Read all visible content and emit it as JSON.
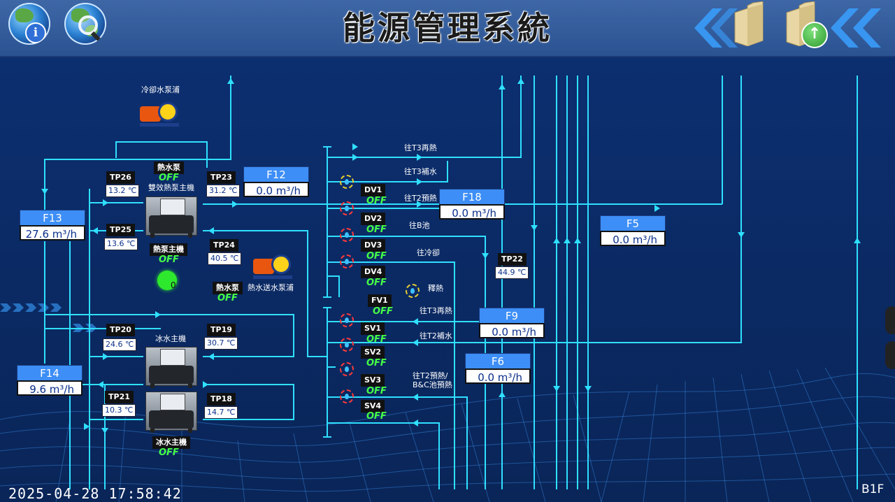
{
  "header": {
    "title": "能源管理系統"
  },
  "icons": {
    "info": "info-icon",
    "search": "search-icon",
    "nav_back": "chevron-left-icon",
    "folder": "folder-icon",
    "up": "arrow-up-icon"
  },
  "info_glyph": "i",
  "up_glyph": "↑",
  "labels": {
    "cooling_pump": "冷卻水泵浦",
    "hot_pump_1": "熱水泵",
    "dual_heat_pump": "雙效熱泵主機",
    "heat_pump_main": "熱泵主機",
    "hot_pump_2": "熱水泵",
    "hot_supply_pump": "熱水送水泵浦",
    "chiller_1": "冰水主機",
    "chiller_2": "冰水主機",
    "to_t3_reheat_top": "往T3再熱",
    "to_t3_makeup": "往T3補水",
    "to_t2_preheat": "往T2預熱",
    "to_b_pool": "往B池",
    "to_cooling": "往冷卻",
    "release_heat": "釋熱",
    "to_t3_reheat": "往T3再熱",
    "to_t2_makeup": "往T2補水",
    "to_t2_preheat_b": "往T2預熱/",
    "to_bc_preheat": "B&C池預熱"
  },
  "status": {
    "hot_pump_1": "OFF",
    "heat_pump_main": "OFF",
    "hot_pump_2": "OFF",
    "chiller_2": "OFF",
    "heat_pump_indicator": "0"
  },
  "temps": {
    "TP26": {
      "label": "TP26",
      "value": "13.2 ℃"
    },
    "TP23": {
      "label": "TP23",
      "value": "31.2 ℃"
    },
    "TP25": {
      "label": "TP25",
      "value": "13.6 ℃"
    },
    "TP24": {
      "label": "TP24",
      "value": "40.5 ℃"
    },
    "TP20": {
      "label": "TP20",
      "value": "24.6 ℃"
    },
    "TP19": {
      "label": "TP19",
      "value": "30.7 ℃"
    },
    "TP21": {
      "label": "TP21",
      "value": "10.3 ℃"
    },
    "TP18": {
      "label": "TP18",
      "value": "14.7 ℃"
    },
    "TP22": {
      "label": "TP22",
      "value": "44.9 ℃"
    }
  },
  "flows": {
    "F12": {
      "label": "F12",
      "value": "0.0 m³/h"
    },
    "F13": {
      "label": "F13",
      "value": "27.6 m³/h"
    },
    "F14": {
      "label": "F14",
      "value": "9.6 m³/h"
    },
    "F18": {
      "label": "F18",
      "value": "0.0 m³/h"
    },
    "F5": {
      "label": "F5",
      "value": "0.0 m³/h"
    },
    "F9": {
      "label": "F9",
      "value": "0.0 m³/h"
    },
    "F6": {
      "label": "F6",
      "value": "0.0 m³/h"
    }
  },
  "valves": {
    "DV1": {
      "label": "DV1",
      "state": "OFF"
    },
    "DV2": {
      "label": "DV2",
      "state": "OFF"
    },
    "DV3": {
      "label": "DV3",
      "state": "OFF"
    },
    "DV4": {
      "label": "DV4",
      "state": "OFF"
    },
    "FV1": {
      "label": "FV1",
      "state": "OFF"
    },
    "SV1": {
      "label": "SV1",
      "state": "OFF"
    },
    "SV2": {
      "label": "SV2",
      "state": "OFF"
    },
    "SV3": {
      "label": "SV3",
      "state": "OFF"
    },
    "SV4": {
      "label": "SV4",
      "state": "OFF"
    }
  },
  "footer": {
    "timestamp": "2025-04-28 17:58:42",
    "floor": "B1F"
  },
  "colors": {
    "background": "#0b2d6a",
    "pipe": "#2fe0ff",
    "flow_title": "#3d8ef6",
    "off": "#46ff46",
    "indicator": "#2ee82e"
  }
}
